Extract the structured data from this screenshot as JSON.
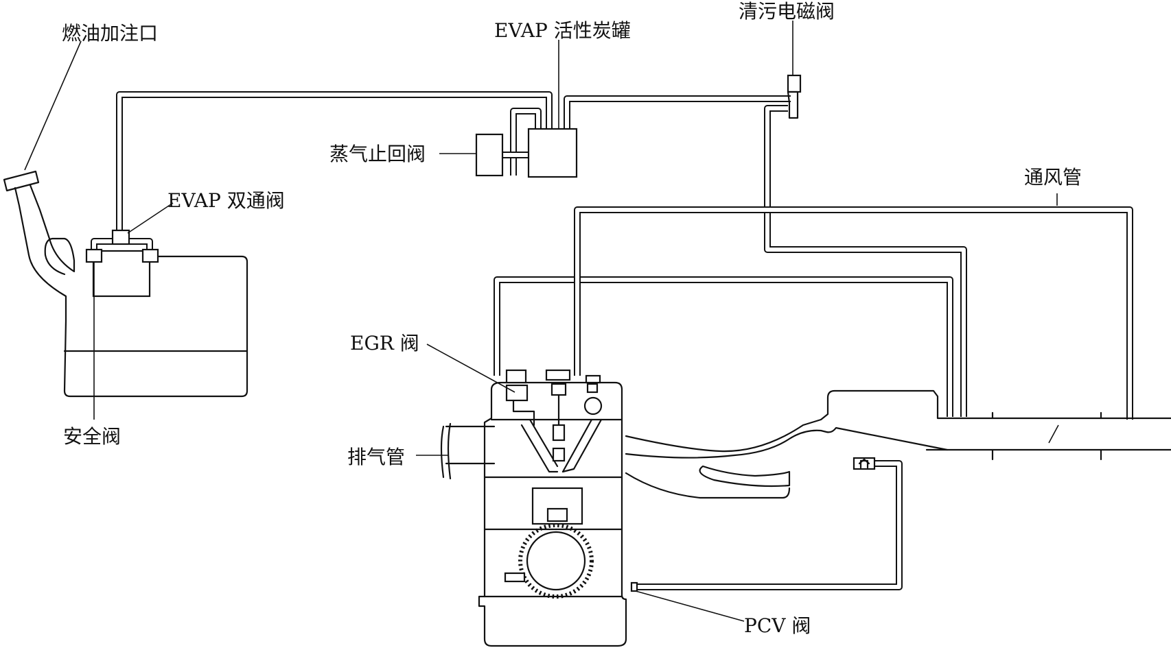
{
  "labels": {
    "filler": "燃油加注口",
    "canister": "EVAP 活性炭罐",
    "purge_valve": "清污电磁阀",
    "check_valve": "蒸气止回阀",
    "two_way_valve": "EVAP 双通阀",
    "vent_pipe": "通风管",
    "egr_valve": "EGR 阀",
    "safety_valve": "安全阀",
    "exhaust_pipe": "排气管",
    "pcv_valve": "PCV 阀"
  }
}
